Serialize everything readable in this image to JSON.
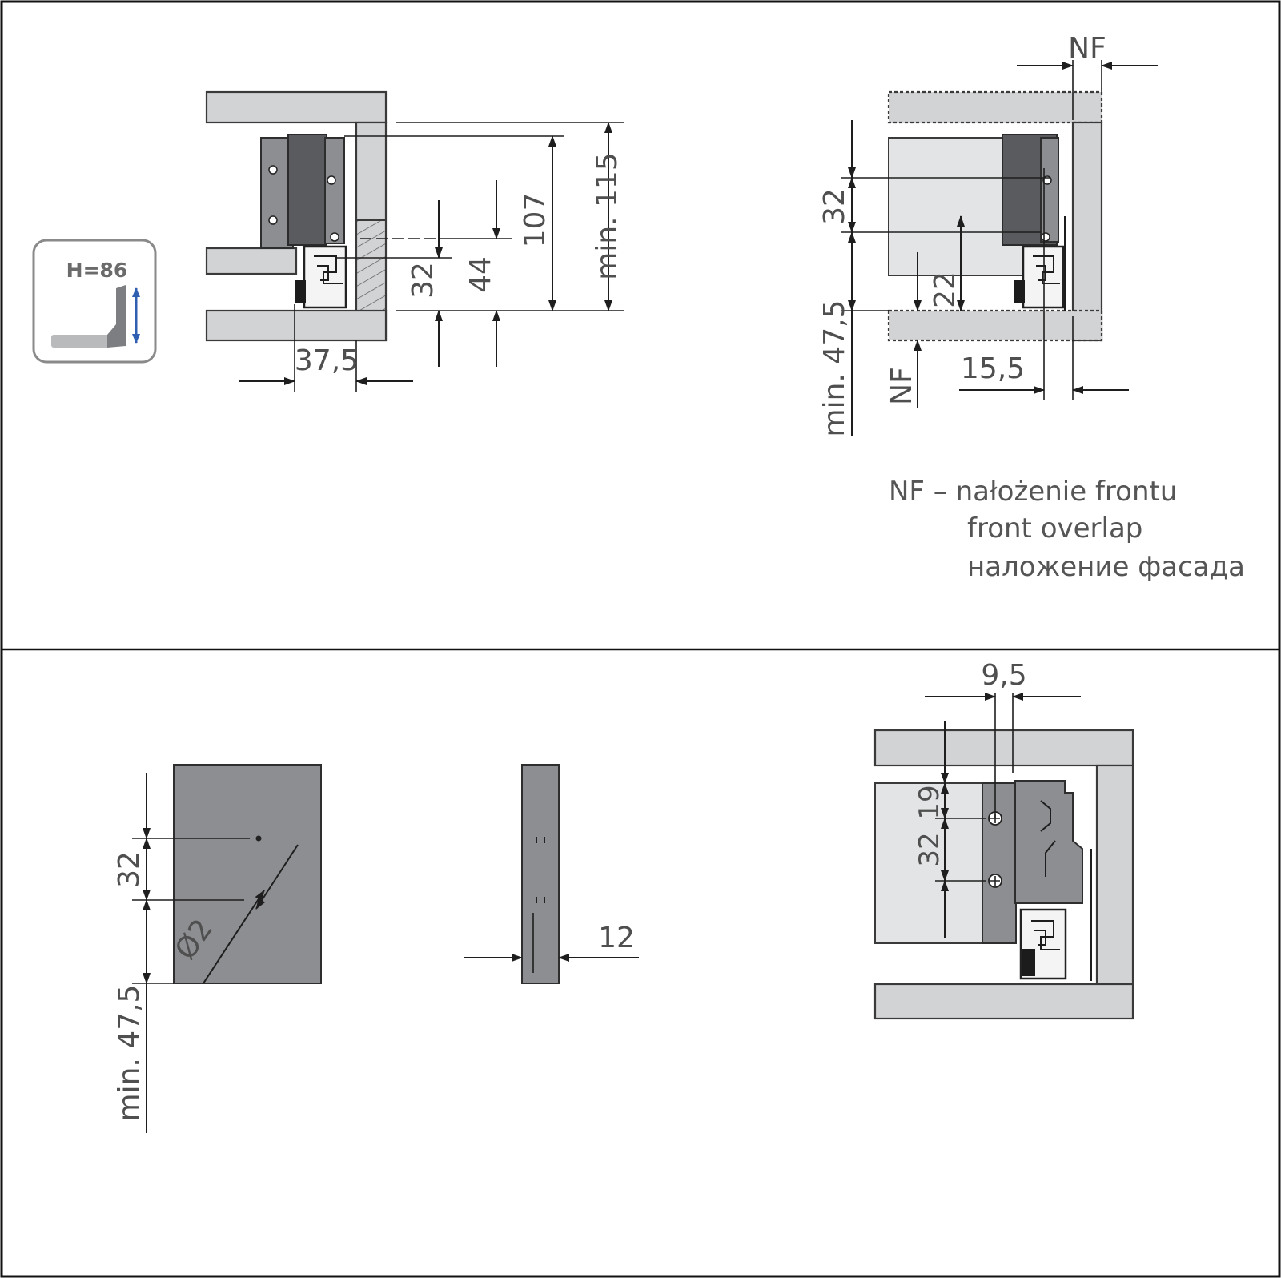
{
  "badge": {
    "label": "H=86"
  },
  "top_left": {
    "dim_width": "37,5",
    "dim_32": "32",
    "dim_44": "44",
    "dim_107": "107",
    "dim_min115": "min. 115"
  },
  "top_right": {
    "dim_nf_top": "NF",
    "dim_32": "32",
    "dim_22": "22",
    "dim_min475": "min. 47,5",
    "dim_nf_bottom": "NF",
    "dim_155": "15,5"
  },
  "legend": {
    "line1": "NF – nałożenie frontu",
    "line2": "front overlap",
    "line3": "наложение фасада"
  },
  "bottom_left": {
    "dim_32": "32",
    "dim_diameter": "Ø2",
    "dim_min475": "min. 47,5"
  },
  "bottom_mid": {
    "dim_12": "12"
  },
  "bottom_right": {
    "dim_95": "9,5",
    "dim_19": "19",
    "dim_32": "32"
  },
  "colors": {
    "panel": "#d2d3d5",
    "drawer": "#e3e4e6",
    "hardware": "#8d8e91",
    "hardware_dark": "#5a5b5e",
    "dimension_text": "#4f4f4f",
    "badge_arrow": "#2f5fb0"
  }
}
